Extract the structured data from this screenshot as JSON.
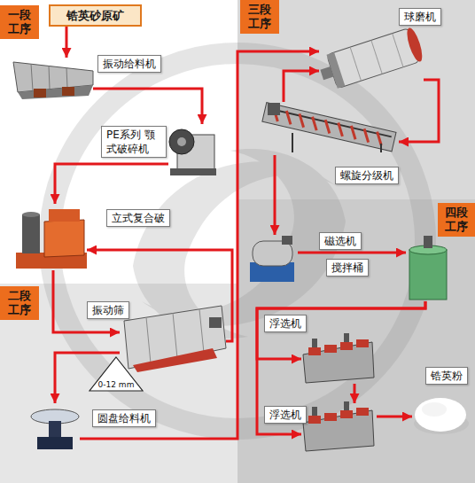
{
  "diagram": {
    "nodes": [
      {
        "text": [
          "一段 工序"
        ]
      },
      {
        "text": [
          "锆英砂原矿"
        ]
      },
      {
        "text": [
          "振动给料机"
        ]
      },
      {
        "text": [
          "PE系列 颚式破碎机"
        ]
      },
      {
        "text": [
          "立式复合破"
        ]
      },
      {
        "text": [
          "二段 工序"
        ]
      },
      {
        "text": [
          "振动筛"
        ]
      },
      {
        "text": [
          "0-12 mm"
        ]
      },
      {
        "text": [
          "圆盘给料机"
        ]
      },
      {
        "text": [
          "三段 工序"
        ]
      },
      {
        "text": [
          "球磨机"
        ]
      },
      {
        "text": [
          "螺旋分级机"
        ]
      },
      {
        "text": [
          "四段 工序"
        ]
      },
      {
        "text": [
          "磁选机"
        ]
      },
      {
        "text": [
          "搅拌桶"
        ]
      },
      {
        "text": [
          "浮选机"
        ]
      },
      {
        "text": [
          "浮选机"
        ]
      },
      {
        "text": [
          "锆英粉"
        ]
      }
    ],
    "edges": [
      {
        "from": 1,
        "to": 2,
        "arrow": "to"
      },
      {
        "from": 2,
        "to": 3,
        "arrow": "to"
      },
      {
        "from": 3,
        "to": 4,
        "arrow": "to"
      },
      {
        "from": 4,
        "to": 6,
        "arrow": "to"
      },
      {
        "from": 6,
        "to": 4,
        "arrow": "to"
      },
      {
        "from": 6,
        "to": 8,
        "arrow": "to"
      },
      {
        "from": 8,
        "to": 10,
        "arrow": "to"
      },
      {
        "from": 10,
        "to": 11,
        "arrow": "to"
      },
      {
        "from": 11,
        "to": 10,
        "arrow": "to"
      },
      {
        "from": 11,
        "to": 13,
        "arrow": "to"
      },
      {
        "from": 13,
        "to": 14,
        "arrow": "to"
      },
      {
        "from": 14,
        "to": 15,
        "arrow": "to"
      },
      {
        "from": 14,
        "to": 16,
        "arrow": "to"
      },
      {
        "from": 15,
        "to": 16,
        "arrow": "to"
      },
      {
        "from": 16,
        "to": 17,
        "arrow": "to"
      }
    ]
  }
}
